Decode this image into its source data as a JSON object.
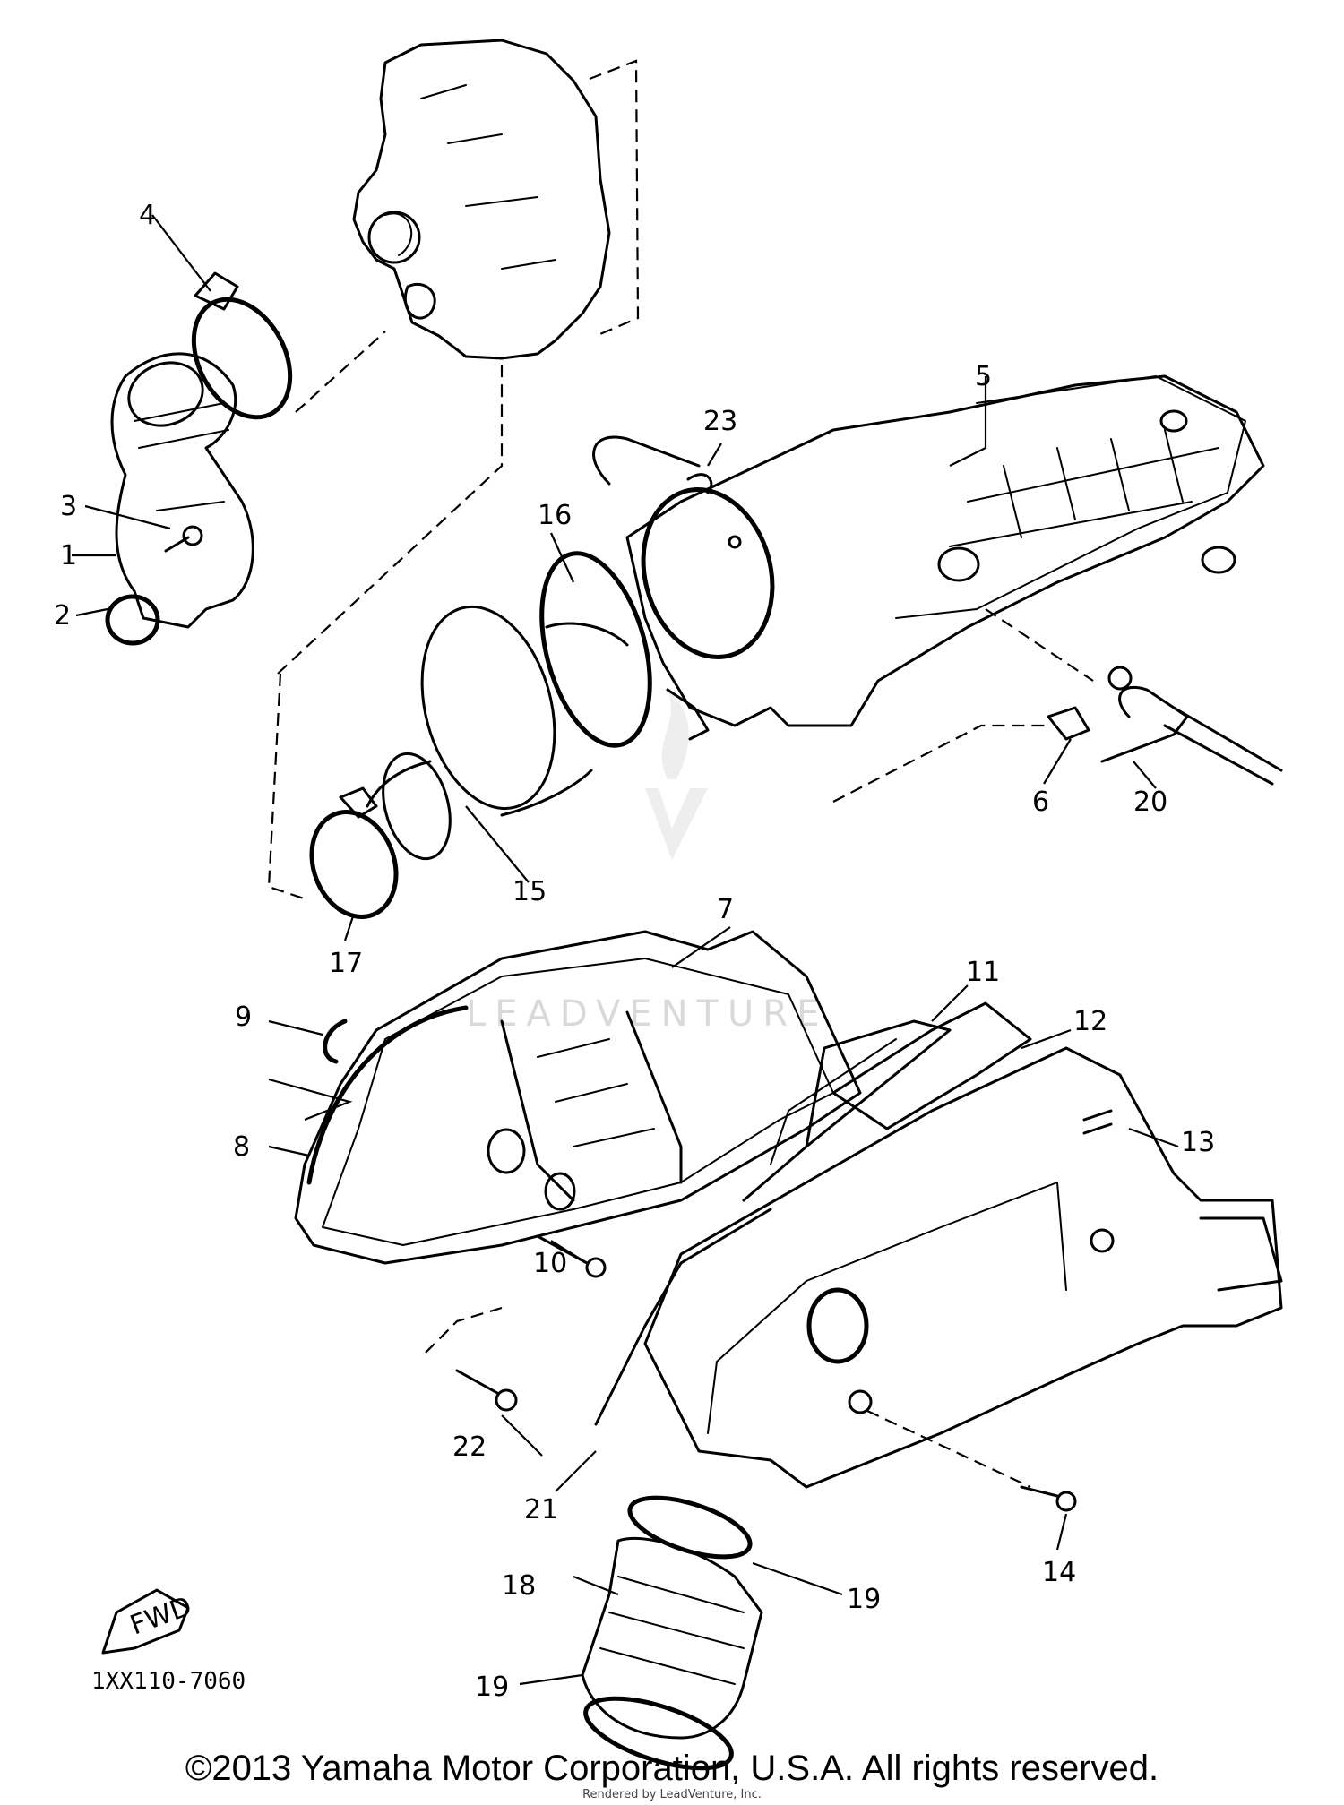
{
  "diagram": {
    "callouts": {
      "c1": "1",
      "c2": "2",
      "c3": "3",
      "c4": "4",
      "c5": "5",
      "c6": "6",
      "c7": "7",
      "c8": "8",
      "c9": "9",
      "c10": "10",
      "c11": "11",
      "c12": "12",
      "c13": "13",
      "c14": "14",
      "c15": "15",
      "c16": "16",
      "c17": "17",
      "c18": "18",
      "c19a": "19",
      "c19b": "19",
      "c20": "20",
      "c21": "21",
      "c22": "22",
      "c23": "23"
    },
    "fwd_label": "FWD",
    "drawing_code": "1XX110-7060",
    "watermark": "LEADVENTURE"
  },
  "footer": {
    "copyright": "©2013 Yamaha Motor Corporation, U.S.A. All rights reserved.",
    "rendered_by": "Rendered by LeadVenture, Inc."
  }
}
